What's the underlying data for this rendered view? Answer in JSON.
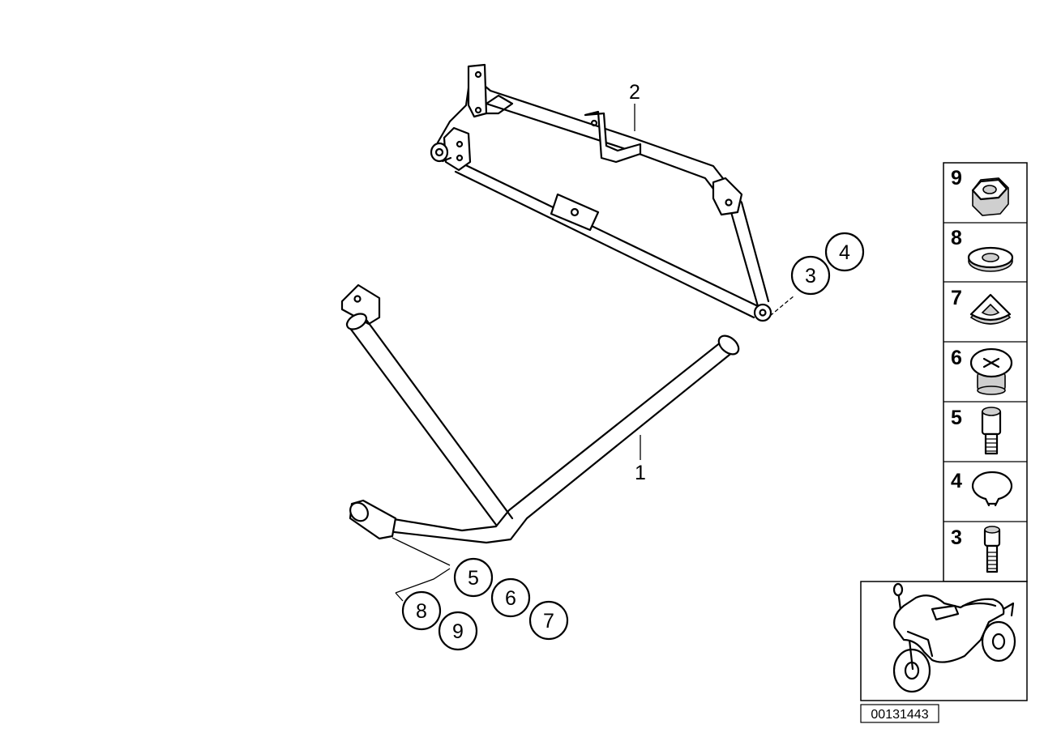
{
  "diagram": {
    "main_labels": {
      "crash_bar": "1",
      "frame": "2"
    },
    "callouts": [
      "3",
      "4",
      "5",
      "6",
      "7",
      "8",
      "9"
    ],
    "parts_legend": [
      {
        "number": "9",
        "icon": "hex-nut-icon"
      },
      {
        "number": "8",
        "icon": "washer-icon"
      },
      {
        "number": "7",
        "icon": "clip-nut-icon"
      },
      {
        "number": "6",
        "icon": "plug-cap-icon"
      },
      {
        "number": "5",
        "icon": "socket-screw-icon"
      },
      {
        "number": "4",
        "icon": "circlip-icon"
      },
      {
        "number": "3",
        "icon": "socket-bolt-icon"
      }
    ],
    "thumbnail_icon": "motorcycle-icon",
    "reference_number": "00131443"
  }
}
